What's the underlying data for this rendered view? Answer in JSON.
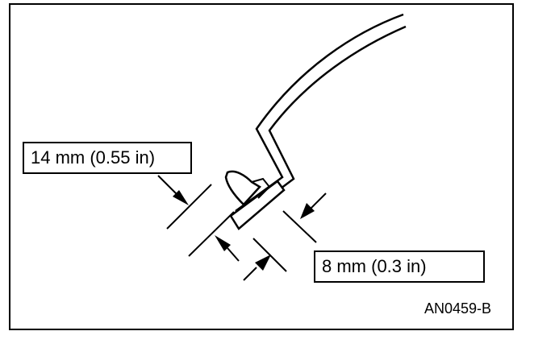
{
  "labels": {
    "dim_14": "14 mm (0.55 in)",
    "dim_8": "8 mm (0.3 in)"
  },
  "figure_id": "AN0459-B",
  "colors": {
    "line": "#000000",
    "background": "#ffffff"
  }
}
